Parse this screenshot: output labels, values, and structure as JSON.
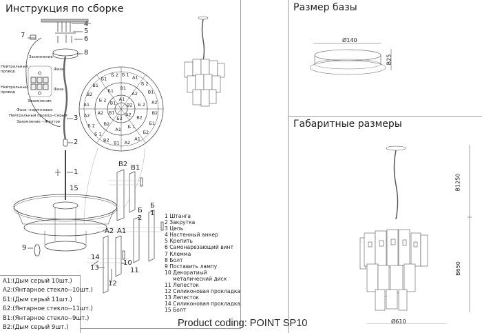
{
  "assembly": {
    "title": "Инструкция по сборке",
    "callouts": [
      "1",
      "2",
      "3",
      "4",
      "5",
      "6",
      "7",
      "8",
      "9",
      "10",
      "11",
      "12",
      "13",
      "14",
      "15"
    ],
    "wiring": {
      "ground_top": "Заземление",
      "neutral_top": "Нейтральный провод",
      "phase_top": "Фаза",
      "neutral_bottom": "Нейтральный провод",
      "phase_bottom": "Фаза",
      "ground_bottom": "Заземление",
      "color_phase": "Фаза--коричневая",
      "color_neutral": "Нейтральный провод--Серый",
      "color_ground": "Заземление --Желтое"
    },
    "ring_labels": {
      "outer": [
        "Б 1",
        "A1",
        "Б 2",
        "B1",
        "A2",
        "B2",
        "Б1",
        "Б2",
        "A1",
        "A2",
        "B1",
        "B2",
        "Б 1",
        "Б 2",
        "A2",
        "A1",
        "B2",
        "B1",
        "Б1",
        "Б 2"
      ],
      "middle": [
        "B1",
        "A2",
        "Б 2",
        "B2",
        "Б 1",
        "A1",
        "B2",
        "A2",
        "Б 2",
        "Б1"
      ],
      "inner": [
        "A1",
        "B2",
        "A2",
        "Б2",
        "Б1",
        "B1"
      ]
    },
    "petal_labels": [
      "B2",
      "B1",
      "Б 2",
      "Б 1",
      "A2",
      "A1"
    ]
  },
  "parts_list": [
    "1  Штанга",
    "2  Закрутка",
    "3  Цепь",
    "4  Настенный анкер",
    "5  Крепить",
    "6  Самонарезающий винт",
    "7  Клемма",
    "8  Болт",
    "9 Поставить лампу",
    "10  Декоратиый",
    "металический диск",
    "11 Лепесток",
    "12 Силиконовая прокладка",
    "13 Лепесток",
    "14 Силиконовая прокладка",
    "15 Болт"
  ],
  "glass_legend": [
    "A1:(Дым серый 10шт.)",
    "A2:(Янтарное стекло--10шт.)",
    "Б1:(Дым серый 11шт.)",
    "Б2:(Янтарное стекло--11шт.)",
    "B1:(Янтарное стекло--9шт.)",
    "B2:(Дым серый 9шт.)"
  ],
  "product_coding": "Product coding: POINT SP10",
  "base_size": {
    "title": "Размер базы",
    "diameter": "Ø140",
    "height": "B25"
  },
  "overall_size": {
    "title": "Габаритные размеры",
    "total_height": "B1250",
    "body_height": "B650",
    "diameter": "Ø610"
  }
}
